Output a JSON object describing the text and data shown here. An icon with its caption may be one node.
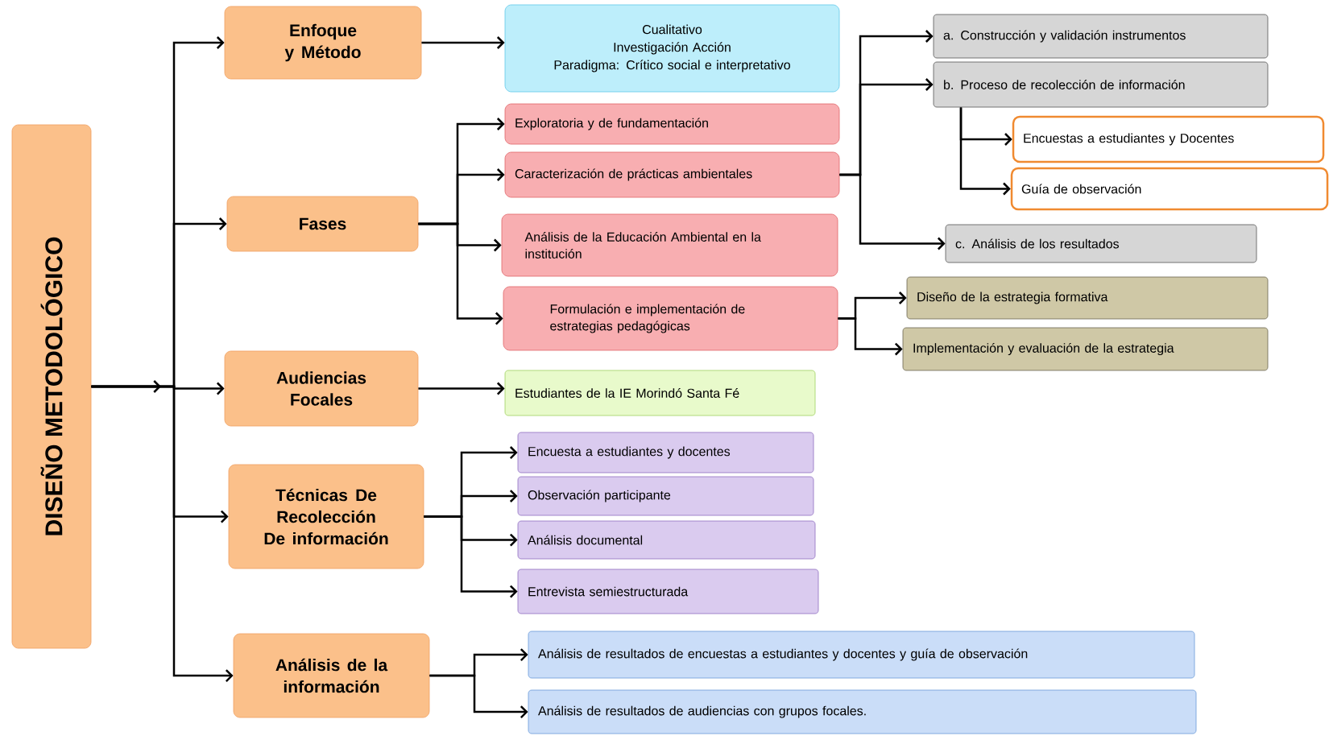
{
  "diagram": {
    "nodes": [
      {
        "text": [
          "DISEÑO METODOLÓGICO"
        ]
      },
      {
        "text": [
          "Enfoque y Método"
        ]
      },
      {
        "text": [
          "Fases"
        ]
      },
      {
        "text": [
          "Audiencias Focales"
        ]
      },
      {
        "text": [
          "Técnicas De Recolección De información"
        ]
      },
      {
        "text": [
          "Análisis de la información"
        ]
      },
      {
        "text": [
          "Cualitativo",
          "Investigación Acción",
          "Paradigma: Crítico social e interpretativo"
        ]
      },
      {
        "text": [
          "Exploratoria y de fundamentación"
        ]
      },
      {
        "text": [
          "Caracterización de prácticas ambientales"
        ]
      },
      {
        "text": [
          "Análisis de la Educación Ambiental en la institución"
        ]
      },
      {
        "text": [
          "Formulación e implementación de estrategias pedagógicas"
        ]
      },
      {
        "text": [
          "a. Construcción y validación instrumentos"
        ]
      },
      {
        "text": [
          "b. Proceso de recolección de información"
        ]
      },
      {
        "text": [
          "Encuestas a estudiantes y Docentes"
        ]
      },
      {
        "text": [
          "Guía de observación"
        ]
      },
      {
        "text": [
          "c. Análisis de los resultados"
        ]
      },
      {
        "text": [
          "Diseño de la estrategia formativa"
        ]
      },
      {
        "text": [
          "Implementación y evaluación de la estrategia"
        ]
      },
      {
        "text": [
          "Estudiantes de la IE Morindó Santa Fé"
        ]
      },
      {
        "text": [
          "Encuesta a estudiantes y docentes"
        ]
      },
      {
        "text": [
          "Observación participante"
        ]
      },
      {
        "text": [
          "Análisis documental"
        ]
      },
      {
        "text": [
          "Entrevista semiestructurada"
        ]
      },
      {
        "text": [
          "Análisis de resultados de encuestas a estudiantes y docentes y guía de observación"
        ]
      },
      {
        "text": [
          "Análisis de resultados de audiencias con grupos focales."
        ]
      }
    ],
    "edges": [
      {
        "from": 0,
        "to": 1,
        "arrow": "to"
      },
      {
        "from": 0,
        "to": 2,
        "arrow": "to"
      },
      {
        "from": 0,
        "to": 3,
        "arrow": "to"
      },
      {
        "from": 0,
        "to": 4,
        "arrow": "to"
      },
      {
        "from": 0,
        "to": 5,
        "arrow": "to"
      },
      {
        "from": 1,
        "to": 6,
        "arrow": "to"
      },
      {
        "from": 2,
        "to": 7,
        "arrow": "to"
      },
      {
        "from": 2,
        "to": 8,
        "arrow": "to"
      },
      {
        "from": 2,
        "to": 9,
        "arrow": "to"
      },
      {
        "from": 2,
        "to": 10,
        "arrow": "to"
      },
      {
        "from": 8,
        "to": 11,
        "arrow": "to"
      },
      {
        "from": 8,
        "to": 12,
        "arrow": "to"
      },
      {
        "from": 8,
        "to": 15,
        "arrow": "to"
      },
      {
        "from": 12,
        "to": 13,
        "arrow": "to"
      },
      {
        "from": 12,
        "to": 14,
        "arrow": "to"
      },
      {
        "from": 10,
        "to": 16,
        "arrow": "to"
      },
      {
        "from": 10,
        "to": 17,
        "arrow": "to"
      },
      {
        "from": 3,
        "to": 18,
        "arrow": "to"
      },
      {
        "from": 4,
        "to": 19,
        "arrow": "to"
      },
      {
        "from": 4,
        "to": 20,
        "arrow": "to"
      },
      {
        "from": 4,
        "to": 21,
        "arrow": "to"
      },
      {
        "from": 4,
        "to": 22,
        "arrow": "to"
      },
      {
        "from": 5,
        "to": 23,
        "arrow": "to"
      },
      {
        "from": 5,
        "to": 24,
        "arrow": "to"
      }
    ]
  }
}
